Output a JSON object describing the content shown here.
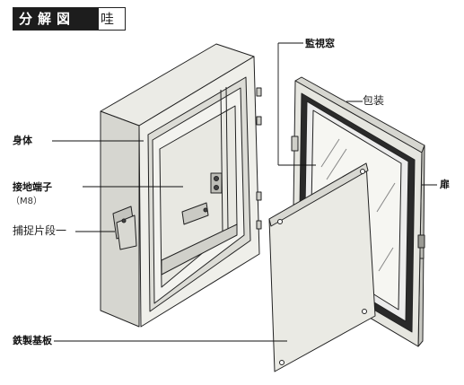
{
  "header": {
    "title": "分解図",
    "subtitle": "哇"
  },
  "labels": {
    "body": "身体",
    "ground_terminal": "接地端子",
    "ground_terminal_size": "（M8）",
    "clamp": "捕捉片段一",
    "mounting_plate": "鉄製基板",
    "inspection_window": "監視窓",
    "packing": "包装",
    "door": "扉"
  }
}
